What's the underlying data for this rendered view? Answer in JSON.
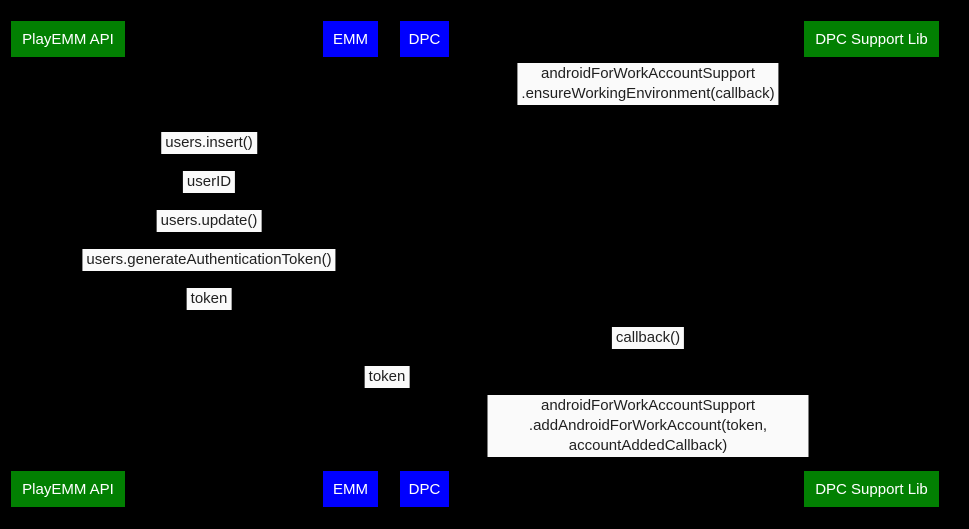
{
  "colors": {
    "background": "#000000",
    "actor_green": "#028002",
    "actor_blue": "#0000ff",
    "actor_text": "#ffffff",
    "message_label_bg": "#fafafa",
    "message_label_text": "#1f1f1f"
  },
  "actors": {
    "playemm_api": "PlayEMM API",
    "emm": "EMM",
    "dpc": "DPC",
    "dpc_support_lib": "DPC Support Lib"
  },
  "messages": {
    "ensure_working_environment": "androidForWorkAccountSupport\n.ensureWorkingEnvironment(callback)",
    "users_insert": "users.insert()",
    "user_id": "userID",
    "users_update": "users.update()",
    "users_generate_authentication_token": "users.generateAuthenticationToken()",
    "token_return_to_emm": "token",
    "callback": "callback()",
    "token_to_dpc": "token",
    "add_android_for_work_account": "androidForWorkAccountSupport\n.addAndroidForWorkAccount(token, accountAddedCallback)"
  }
}
